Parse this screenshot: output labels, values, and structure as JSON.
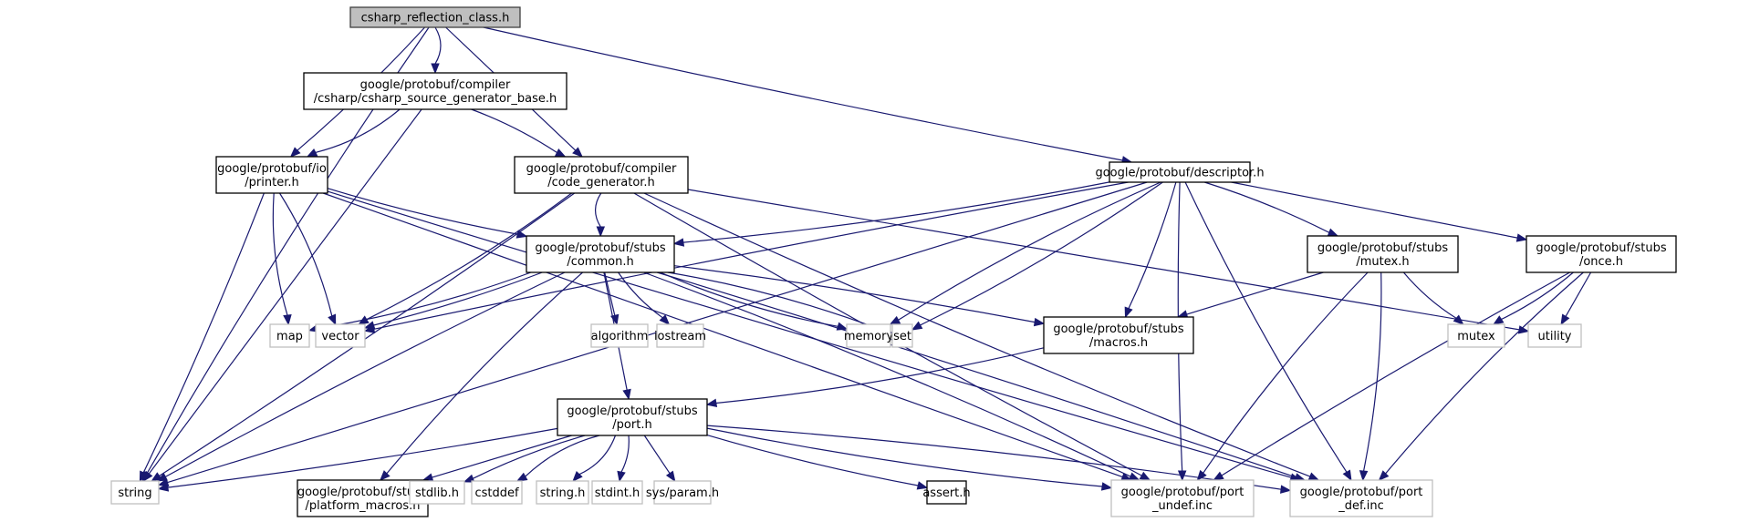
{
  "graph": {
    "title": "csharp_reflection_class.h",
    "edge_color": "#191970",
    "nodes": [
      {
        "id": "root",
        "label": [
          "csharp_reflection_class.h"
        ],
        "kind": "main"
      },
      {
        "id": "csgb",
        "label": [
          "google/protobuf/compiler",
          "/csharp/csharp_source_generator_base.h"
        ],
        "kind": "doc"
      },
      {
        "id": "printer",
        "label": [
          "google/protobuf/io",
          "/printer.h"
        ],
        "kind": "doc"
      },
      {
        "id": "codegen",
        "label": [
          "google/protobuf/compiler",
          "/code_generator.h"
        ],
        "kind": "doc"
      },
      {
        "id": "descriptor",
        "label": [
          "google/protobuf/descriptor.h"
        ],
        "kind": "doc"
      },
      {
        "id": "common",
        "label": [
          "google/protobuf/stubs",
          "/common.h"
        ],
        "kind": "doc"
      },
      {
        "id": "mutexh",
        "label": [
          "google/protobuf/stubs",
          "/mutex.h"
        ],
        "kind": "doc"
      },
      {
        "id": "onceh",
        "label": [
          "google/protobuf/stubs",
          "/once.h"
        ],
        "kind": "doc"
      },
      {
        "id": "map",
        "label": [
          "map"
        ],
        "kind": "ext"
      },
      {
        "id": "vector",
        "label": [
          "vector"
        ],
        "kind": "ext"
      },
      {
        "id": "algorithm",
        "label": [
          "algorithm"
        ],
        "kind": "ext"
      },
      {
        "id": "iostream",
        "label": [
          "iostream"
        ],
        "kind": "ext"
      },
      {
        "id": "memory",
        "label": [
          "memory"
        ],
        "kind": "ext"
      },
      {
        "id": "set",
        "label": [
          "set"
        ],
        "kind": "ext"
      },
      {
        "id": "macros",
        "label": [
          "google/protobuf/stubs",
          "/macros.h"
        ],
        "kind": "doc"
      },
      {
        "id": "mutex",
        "label": [
          "mutex"
        ],
        "kind": "ext"
      },
      {
        "id": "utility",
        "label": [
          "utility"
        ],
        "kind": "ext"
      },
      {
        "id": "port",
        "label": [
          "google/protobuf/stubs",
          "/port.h"
        ],
        "kind": "doc"
      },
      {
        "id": "string",
        "label": [
          "string"
        ],
        "kind": "ext"
      },
      {
        "id": "platform",
        "label": [
          "google/protobuf/stubs",
          "/platform_macros.h"
        ],
        "kind": "doc"
      },
      {
        "id": "stdlib",
        "label": [
          "stdlib.h"
        ],
        "kind": "ext"
      },
      {
        "id": "cstddef",
        "label": [
          "cstddef"
        ],
        "kind": "ext"
      },
      {
        "id": "stringh",
        "label": [
          "string.h"
        ],
        "kind": "ext"
      },
      {
        "id": "stdint",
        "label": [
          "stdint.h"
        ],
        "kind": "ext"
      },
      {
        "id": "sysparam",
        "label": [
          "sys/param.h"
        ],
        "kind": "ext"
      },
      {
        "id": "assert",
        "label": [
          "assert.h"
        ],
        "kind": "doc"
      },
      {
        "id": "portundef",
        "label": [
          "google/protobuf/port",
          "_undef.inc"
        ],
        "kind": "ext"
      },
      {
        "id": "portdef",
        "label": [
          "google/protobuf/port",
          "_def.inc"
        ],
        "kind": "ext"
      }
    ],
    "edges": [
      [
        "root",
        "csgb"
      ],
      [
        "root",
        "printer"
      ],
      [
        "root",
        "codegen"
      ],
      [
        "root",
        "descriptor"
      ],
      [
        "root",
        "string"
      ],
      [
        "csgb",
        "printer"
      ],
      [
        "csgb",
        "codegen"
      ],
      [
        "csgb",
        "string"
      ],
      [
        "printer",
        "common"
      ],
      [
        "printer",
        "map"
      ],
      [
        "printer",
        "vector"
      ],
      [
        "printer",
        "string"
      ],
      [
        "printer",
        "portundef"
      ],
      [
        "printer",
        "portdef"
      ],
      [
        "codegen",
        "common"
      ],
      [
        "codegen",
        "vector"
      ],
      [
        "codegen",
        "string"
      ],
      [
        "codegen",
        "utility"
      ],
      [
        "codegen",
        "portundef"
      ],
      [
        "codegen",
        "portdef"
      ],
      [
        "descriptor",
        "common"
      ],
      [
        "descriptor",
        "mutexh"
      ],
      [
        "descriptor",
        "onceh"
      ],
      [
        "descriptor",
        "vector"
      ],
      [
        "descriptor",
        "memory"
      ],
      [
        "descriptor",
        "set"
      ],
      [
        "descriptor",
        "macros"
      ],
      [
        "descriptor",
        "string"
      ],
      [
        "descriptor",
        "portundef"
      ],
      [
        "descriptor",
        "portdef"
      ],
      [
        "common",
        "map"
      ],
      [
        "common",
        "vector"
      ],
      [
        "common",
        "algorithm"
      ],
      [
        "common",
        "iostream"
      ],
      [
        "common",
        "memory"
      ],
      [
        "common",
        "set"
      ],
      [
        "common",
        "macros"
      ],
      [
        "common",
        "port"
      ],
      [
        "common",
        "string"
      ],
      [
        "common",
        "platform"
      ],
      [
        "common",
        "portundef"
      ],
      [
        "common",
        "portdef"
      ],
      [
        "mutexh",
        "macros"
      ],
      [
        "mutexh",
        "mutex"
      ],
      [
        "mutexh",
        "portundef"
      ],
      [
        "mutexh",
        "portdef"
      ],
      [
        "onceh",
        "mutex"
      ],
      [
        "onceh",
        "utility"
      ],
      [
        "onceh",
        "portundef"
      ],
      [
        "onceh",
        "portdef"
      ],
      [
        "macros",
        "port"
      ],
      [
        "port",
        "string"
      ],
      [
        "port",
        "platform"
      ],
      [
        "port",
        "stdlib"
      ],
      [
        "port",
        "cstddef"
      ],
      [
        "port",
        "stringh"
      ],
      [
        "port",
        "stdint"
      ],
      [
        "port",
        "sysparam"
      ],
      [
        "port",
        "assert"
      ],
      [
        "port",
        "portundef"
      ],
      [
        "port",
        "portdef"
      ]
    ]
  }
}
